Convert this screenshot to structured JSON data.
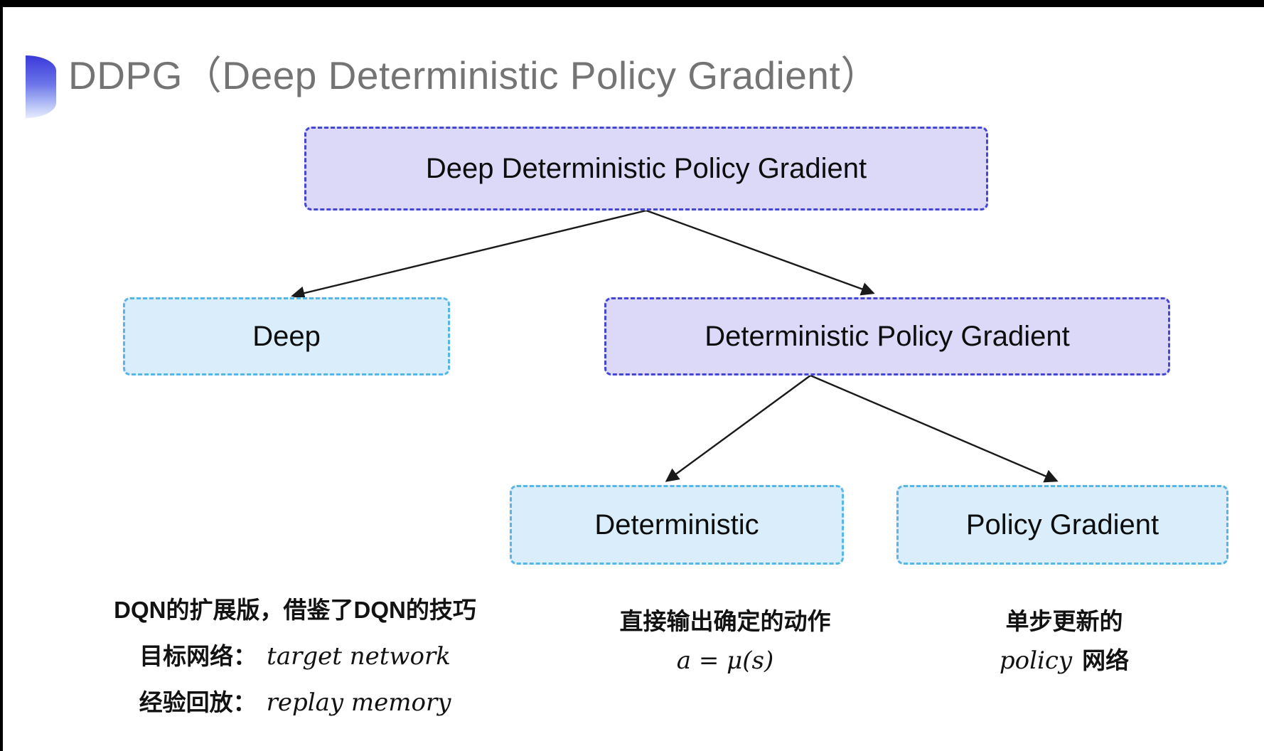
{
  "frame": {
    "background": "#ffffff",
    "edge_color": "#000000"
  },
  "header": {
    "title": "DDPG（Deep Deterministic Policy Gradient）",
    "title_color": "#747474",
    "bullet_icon": "blue-gradient-semicircle",
    "bullet_gradient_top": "#3a39da",
    "bullet_gradient_bottom": "#e6ebfd"
  },
  "diagram": {
    "colors": {
      "purple_fill": "#dcd8f8",
      "purple_border": "#4446d4",
      "cyan_fill": "#d9eefa",
      "cyan_border": "#55b6e7",
      "arrow": "#1a1a1a",
      "node_text": "#0d0d0d"
    },
    "nodes": {
      "ddpg": {
        "label": "Deep Deterministic Policy Gradient",
        "variant": "purple"
      },
      "deep": {
        "label": "Deep",
        "variant": "cyan"
      },
      "dpg": {
        "label": "Deterministic Policy Gradient",
        "variant": "purple"
      },
      "deterministic": {
        "label": "Deterministic",
        "variant": "cyan"
      },
      "policy_gradient": {
        "label": "Policy Gradient",
        "variant": "cyan"
      }
    },
    "edges": [
      {
        "from": "ddpg",
        "to": "deep"
      },
      {
        "from": "ddpg",
        "to": "dpg"
      },
      {
        "from": "dpg",
        "to": "deterministic"
      },
      {
        "from": "dpg",
        "to": "policy_gradient"
      }
    ]
  },
  "annotations": {
    "deep_notes": {
      "line1": "DQN的扩展版，借鉴了DQN的技巧",
      "line2_label": "目标网络：",
      "line2_term": "target network",
      "line3_label": "经验回放：",
      "line3_term": "replay memory"
    },
    "deterministic_notes": {
      "line1": "直接输出确定的动作",
      "line2_formula": "a = μ(s)"
    },
    "policy_gradient_notes": {
      "line1": "单步更新的",
      "line2_term": "policy",
      "line2_suffix": "网络"
    }
  }
}
